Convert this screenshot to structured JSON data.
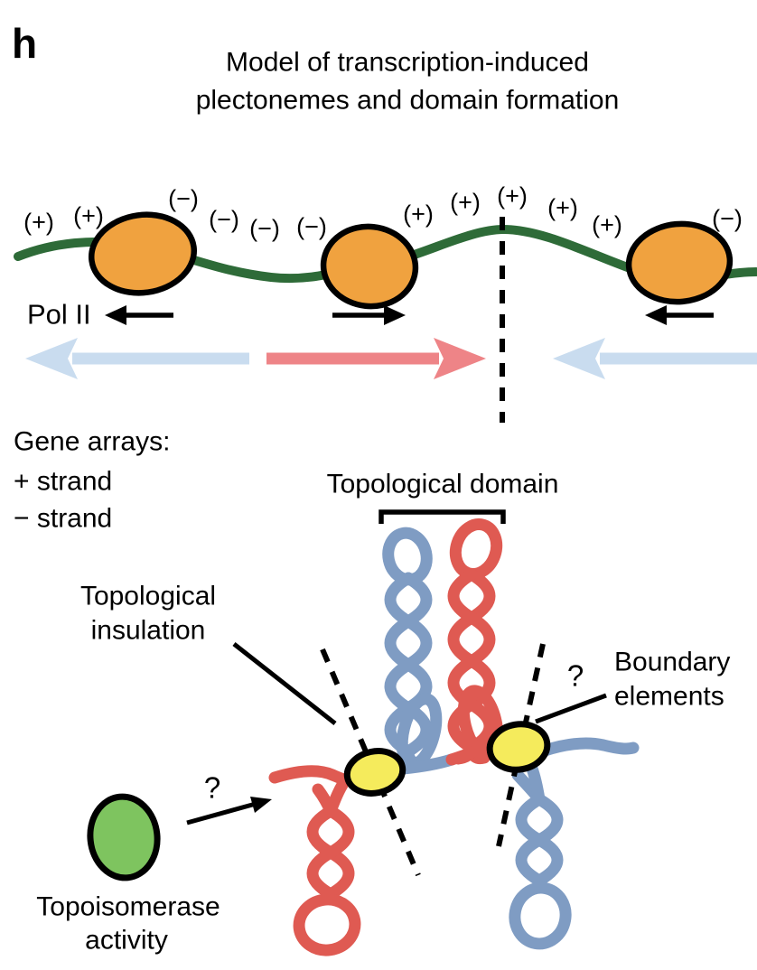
{
  "panel_label": "h",
  "title": {
    "line1": "Model of transcription-induced",
    "line2": "plectonemes and domain formation"
  },
  "top": {
    "supercoils": [
      "(+)",
      "(+)",
      "(−)",
      "(−)",
      "(−)",
      "(−)",
      "(+)",
      "(+)",
      "(+)",
      "(+)",
      "(+)",
      "(−)"
    ],
    "polymerase_label": "Pol II"
  },
  "legend": {
    "heading": "Gene arrays:",
    "plus": "+ strand",
    "minus": "− strand"
  },
  "bottom": {
    "domain_label": "Topological domain",
    "insulation_line1": "Topological",
    "insulation_line2": "insulation",
    "boundary_line1": "Boundary",
    "boundary_line2": "elements",
    "boundary_question": "?",
    "topoisomerase_line1": "Topoisomerase",
    "topoisomerase_line2": "activity",
    "topoisomerase_question": "?"
  },
  "colors": {
    "dna_green": "#2E6B38",
    "polymerase_orange": "#F0A23F",
    "arrow_blue": "#C9DCEF",
    "arrow_red": "#EE8487",
    "plectoneme_red": "#DF5A52",
    "plectoneme_blue": "#7F9CC3",
    "boundary_yellow": "#F5EB5C",
    "topoisomerase_green": "#7EC45F",
    "outline_black": "#000000"
  }
}
